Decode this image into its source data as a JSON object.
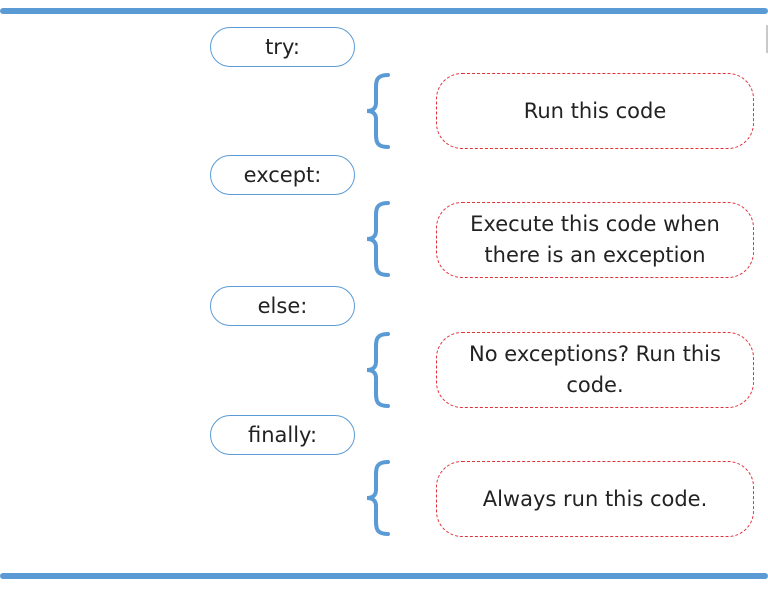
{
  "blocks": [
    {
      "keyword": "try:",
      "text": "Run this code"
    },
    {
      "keyword": "except:",
      "text": "Execute this code when there is an exception"
    },
    {
      "keyword": "else:",
      "text": "No exceptions? Run this code."
    },
    {
      "keyword": "finally:",
      "text": "Always run this code."
    }
  ],
  "colors": {
    "rule": "#5b9bd5",
    "keyword_border": "#5b9bd5",
    "brace": "#5b9bd5",
    "action_border": "#e0323a"
  }
}
